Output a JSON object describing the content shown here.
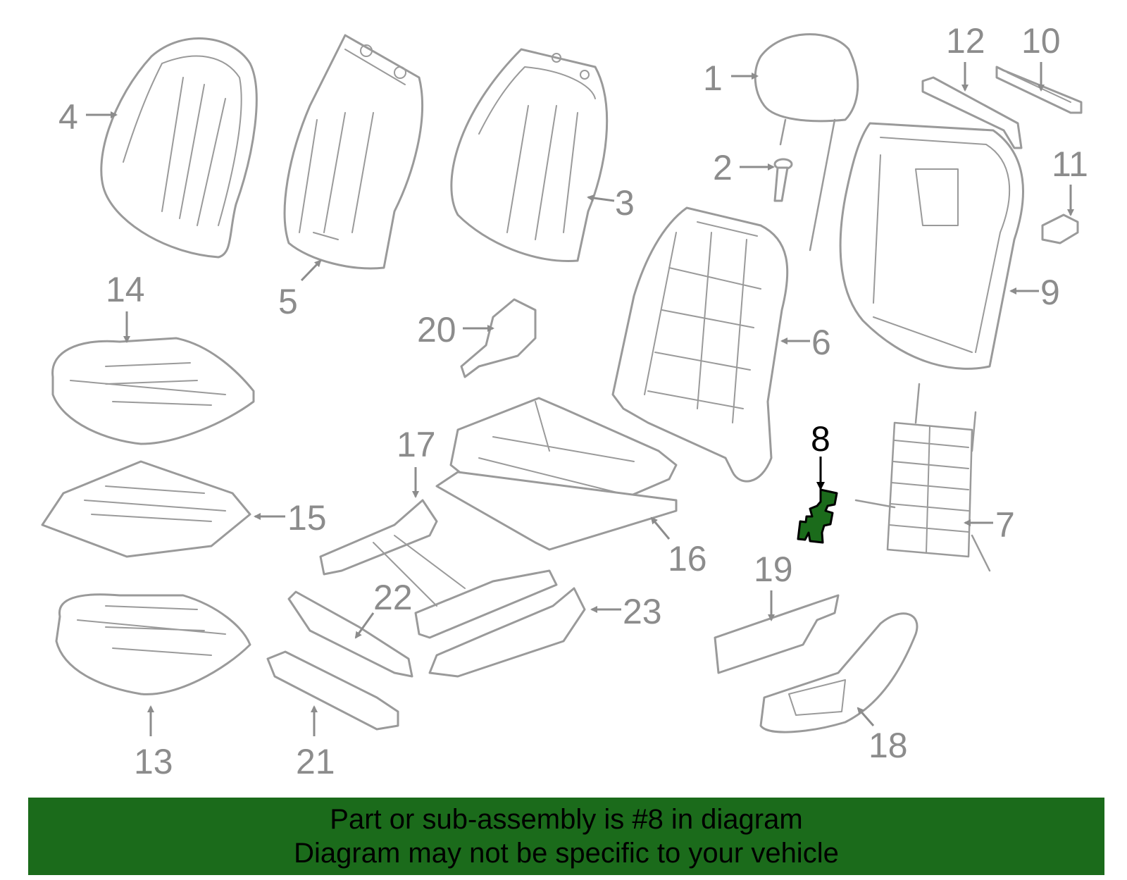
{
  "highlight_color": "#1b6b1b",
  "highlighted_part": "8",
  "callouts": [
    "1",
    "2",
    "3",
    "4",
    "5",
    "6",
    "7",
    "8",
    "9",
    "10",
    "11",
    "12",
    "13",
    "14",
    "15",
    "16",
    "17",
    "18",
    "19",
    "20",
    "21",
    "22",
    "23"
  ],
  "banner": {
    "line1": "Part or sub-assembly is #8 in diagram",
    "line2": "Diagram may not be specific to your vehicle"
  }
}
